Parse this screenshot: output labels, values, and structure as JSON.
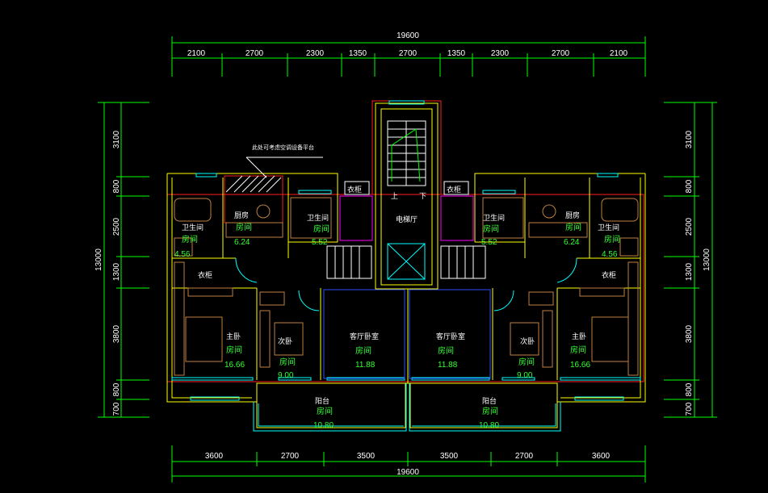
{
  "dimensions": {
    "top_total": "19600",
    "top_segments": [
      "2100",
      "2700",
      "2300",
      "1350",
      "2700",
      "1350",
      "2300",
      "2700",
      "2100"
    ],
    "bottom_segments": [
      "3600",
      "2700",
      "3500",
      "3500",
      "2700",
      "3600"
    ],
    "bottom_total": "19600",
    "left_total": "13000",
    "left_segments": [
      "3100",
      "800",
      "2500",
      "1300",
      "3800",
      "800",
      "700"
    ],
    "right_total": "13000",
    "right_segments": [
      "3100",
      "800",
      "2500",
      "1300",
      "3800",
      "800",
      "700"
    ]
  },
  "annotation": "此处可考虑空调设备平台",
  "stair": {
    "up": "上",
    "down": "下"
  },
  "rooms": [
    {
      "name": "厨房",
      "label": "房间",
      "area": "6.24"
    },
    {
      "name": "卫生间",
      "label": "房间",
      "area": "4.56"
    },
    {
      "name": "衣柜",
      "label": "",
      "area": ""
    },
    {
      "name": "主卧",
      "label": "房间",
      "area": "16.66"
    },
    {
      "name": "次卧",
      "label": "房间",
      "area": "9.00"
    },
    {
      "name": "客厅卧室",
      "label": "房间",
      "area": "11.88"
    },
    {
      "name": "阳台",
      "label": "房间",
      "area": "10.80"
    },
    {
      "name": "阳台",
      "label": "房间",
      "area": "10.80"
    },
    {
      "name": "客厅卧室",
      "label": "房间",
      "area": "11.88"
    },
    {
      "name": "次卧",
      "label": "房间",
      "area": "9.00"
    },
    {
      "name": "主卧",
      "label": "房间",
      "area": "16.66"
    },
    {
      "name": "衣柜",
      "label": "",
      "area": ""
    },
    {
      "name": "卫生间",
      "label": "房间",
      "area": "4.56"
    },
    {
      "name": "厨房",
      "label": "房间",
      "area": "6.24"
    },
    {
      "name": "卫生间",
      "label": "房间",
      "area": "5.52"
    },
    {
      "name": "卫生间",
      "label": "房间",
      "area": "5.52"
    },
    {
      "name": "电梯厅",
      "label": "",
      "area": ""
    },
    {
      "name": "衣柜",
      "label": "",
      "area": ""
    },
    {
      "name": "衣柜",
      "label": "",
      "area": ""
    }
  ],
  "colors": {
    "background": "#000000",
    "dimension": "#00ff00",
    "wall": "#ffff00",
    "outline": "#ff2020",
    "window": "#00ffff",
    "furniture": "#c08040",
    "area_text": "#33ff33"
  }
}
